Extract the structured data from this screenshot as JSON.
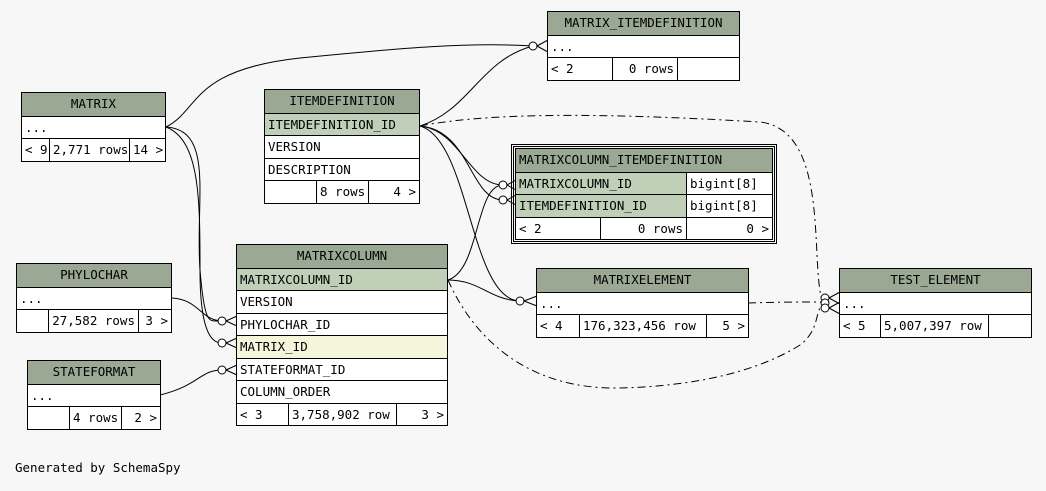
{
  "tables": {
    "matrix_itemdefinition": {
      "name": "MATRIX_ITEMDEFINITION",
      "ellipsis": "...",
      "parents": "< 2",
      "rows": "0 rows",
      "children": ""
    },
    "matrix": {
      "name": "MATRIX",
      "ellipsis": "...",
      "parents": "< 9",
      "rows": "2,771 rows",
      "children": "14 >"
    },
    "itemdefinition": {
      "name": "ITEMDEFINITION",
      "columns": [
        "ITEMDEFINITION_ID",
        "VERSION",
        "DESCRIPTION"
      ],
      "parents": "",
      "rows": "8 rows",
      "children": "4 >"
    },
    "matrixcolumn_itemdefinition": {
      "name": "MATRIXCOLUMN_ITEMDEFINITION",
      "columns": [
        {
          "name": "MATRIXCOLUMN_ID",
          "type": "bigint[8]"
        },
        {
          "name": "ITEMDEFINITION_ID",
          "type": "bigint[8]"
        }
      ],
      "parents": "< 2",
      "rows": "0 rows",
      "children": "0 >"
    },
    "phylochar": {
      "name": "PHYLOCHAR",
      "ellipsis": "...",
      "parents": "",
      "rows": "27,582 rows",
      "children": "3 >"
    },
    "matrixcolumn": {
      "name": "MATRIXCOLUMN",
      "columns": [
        "MATRIXCOLUMN_ID",
        "VERSION",
        "PHYLOCHAR_ID",
        "MATRIX_ID",
        "STATEFORMAT_ID",
        "COLUMN_ORDER"
      ],
      "parents": "< 3",
      "rows": "3,758,902 row",
      "children": "3 >"
    },
    "matrixelement": {
      "name": "MATRIXELEMENT",
      "ellipsis": "...",
      "parents": "< 4",
      "rows": "176,323,456 row",
      "children": "5 >"
    },
    "test_element": {
      "name": "TEST_ELEMENT",
      "ellipsis": "...",
      "parents": "< 5",
      "rows": "5,007,397 row",
      "children": ""
    },
    "stateformat": {
      "name": "STATEFORMAT",
      "ellipsis": "...",
      "parents": "",
      "rows": "4 rows",
      "children": "2 >"
    }
  },
  "footer": "Generated by SchemaSpy",
  "colors": {
    "background": "#f7f7f7",
    "header": "#9aa894",
    "primary_key": "#bfcfb8",
    "highlight": "#f5f5dc"
  }
}
